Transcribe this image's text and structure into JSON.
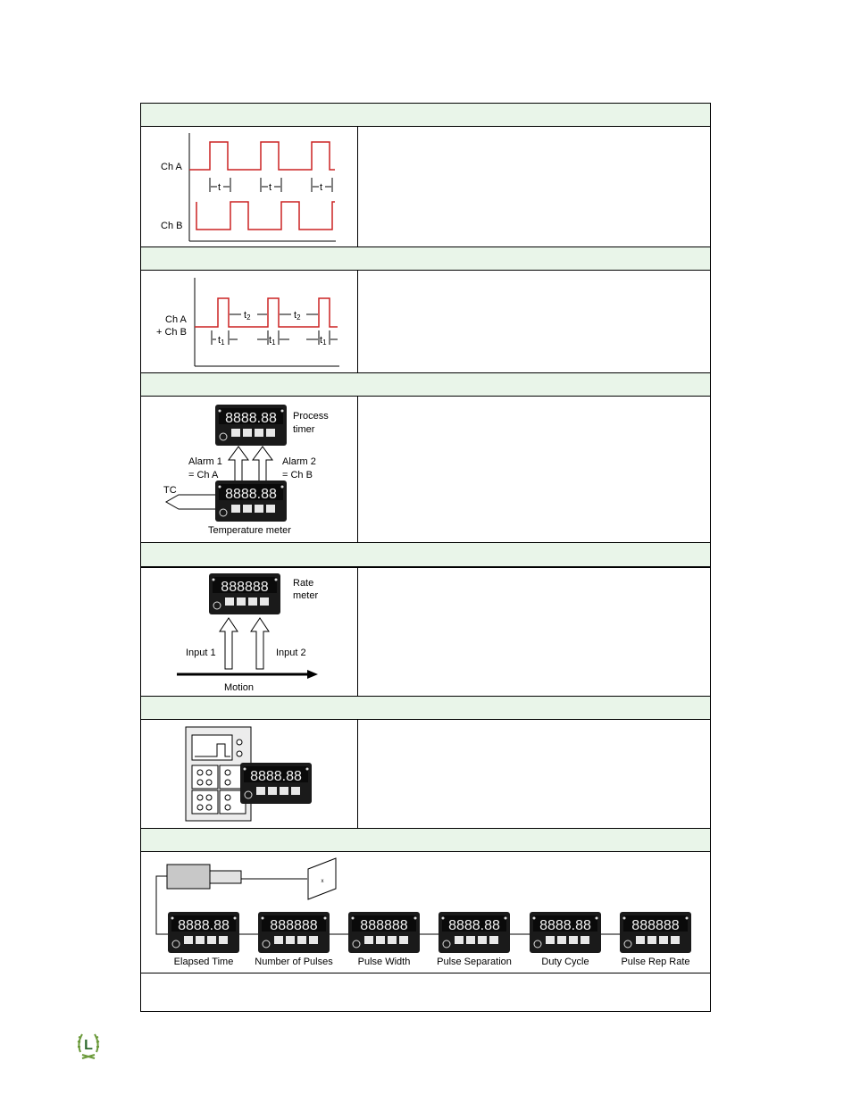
{
  "rows": {
    "r1": {
      "header": "",
      "label_cha": "Ch A",
      "label_chb": "Ch B",
      "t": "t"
    },
    "r2": {
      "header": "",
      "label_a": "Ch A",
      "label_b": "+ Ch B",
      "t1": "t",
      "t1_sub": "1",
      "t2": "t",
      "t2_sub": "2"
    },
    "r3": {
      "header": "",
      "process_timer_1": "Process",
      "process_timer_2": "timer",
      "alarm1_1": "Alarm 1",
      "alarm1_2": "= Ch A",
      "alarm2_1": "Alarm 2",
      "alarm2_2": "= Ch B",
      "tc": "TC",
      "temp_meter": "Temperature meter",
      "display": "8888.88"
    },
    "r4": {
      "header": "",
      "rate_1": "Rate",
      "rate_2": "meter",
      "input1": "Input 1",
      "input2": "Input 2",
      "motion": "Motion",
      "display": "888888"
    },
    "r5": {
      "header": "",
      "display": "8888.88"
    },
    "r6": {
      "header": "",
      "target_mark": "x",
      "meters": [
        {
          "label": "Elapsed Time",
          "display": "8888.88"
        },
        {
          "label": "Number of Pulses",
          "display": "888888"
        },
        {
          "label": "Pulse Width",
          "display": "888888"
        },
        {
          "label": "Pulse Separation",
          "display": "8888.88"
        },
        {
          "label": "Duty Cycle",
          "display": "8888.88"
        },
        {
          "label": "Pulse Rep Rate",
          "display": "888888"
        }
      ]
    }
  },
  "footer": {
    "text": ""
  },
  "logo": {
    "letter": "L"
  },
  "colors": {
    "band": "#e9f5e9",
    "signal": "#cc2222"
  }
}
